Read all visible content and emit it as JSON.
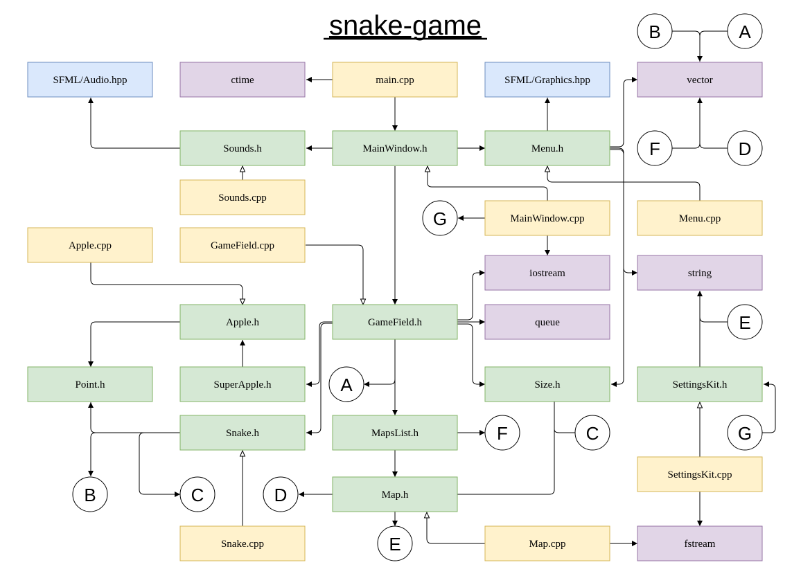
{
  "title": "snake-game",
  "colors": {
    "green_fill": "#d5e8d4",
    "green_stroke": "#82b366",
    "yellow_fill": "#fff2cc",
    "yellow_stroke": "#d6b656",
    "blue_fill": "#dae8fc",
    "blue_stroke": "#6c8ebf",
    "purple_fill": "#e1d5e7",
    "purple_stroke": "#9673a6",
    "line": "#000000"
  },
  "nodes": {
    "sfml_audio": "SFML/Audio.hpp",
    "ctime": "ctime",
    "main_cpp": "main.cpp",
    "sfml_graphics": "SFML/Graphics.hpp",
    "vector": "vector",
    "sounds_h": "Sounds.h",
    "mainwindow_h": "MainWindow.h",
    "menu_h": "Menu.h",
    "sounds_cpp": "Sounds.cpp",
    "mainwindow_cpp": "MainWindow.cpp",
    "menu_cpp": "Menu.cpp",
    "apple_cpp": "Apple.cpp",
    "gamefield_cpp": "GameField.cpp",
    "iostream": "iostream",
    "string": "string",
    "apple_h": "Apple.h",
    "gamefield_h": "GameField.h",
    "queue": "queue",
    "point_h": "Point.h",
    "superapple_h": "SuperApple.h",
    "size_h": "Size.h",
    "settingskit_h": "SettingsKit.h",
    "snake_h": "Snake.h",
    "mapslist_h": "MapsList.h",
    "settingskit_cpp": "SettingsKit.cpp",
    "map_h": "Map.h",
    "snake_cpp": "Snake.cpp",
    "map_cpp": "Map.cpp",
    "fstream": "fstream"
  },
  "connectors": {
    "c_b_top": "B",
    "c_a_top": "A",
    "c_f_top": "F",
    "c_d_top": "D",
    "c_g_mw": "G",
    "c_e_str": "E",
    "c_a_mid": "A",
    "c_c_size": "C",
    "c_f_maps": "F",
    "c_g_set": "G",
    "c_b_bot": "B",
    "c_c_bot": "C",
    "c_d_bot": "D",
    "c_e_bot": "E"
  }
}
